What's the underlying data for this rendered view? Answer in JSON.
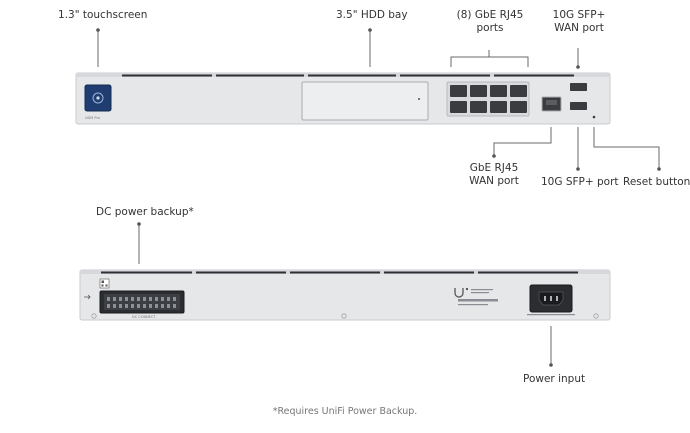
{
  "callouts": {
    "touchscreen": "1.3\" touchscreen",
    "hdd_bay": "3.5\" HDD bay",
    "gbe_ports_line1": "(8) GbE RJ45",
    "gbe_ports_line2": "ports",
    "sfp_wan_line1": "10G SFP+",
    "sfp_wan_line2": "WAN port",
    "gbe_wan_line1": "GbE RJ45",
    "gbe_wan_line2": "WAN port",
    "sfp_port": "10G SFP+ port",
    "reset_button": "Reset button",
    "dc_power_backup": "DC power backup*",
    "power_input": "Power input"
  },
  "device_marks": {
    "front_model": "UDM Pro",
    "rear_connector_label": "DC CONNECT"
  },
  "footnote": "*Requires UniFi Power Backup.",
  "colors": {
    "chassis": "#e6e7e9",
    "chassis_edge": "#c9cbcf",
    "screen": "#1f3d70",
    "port": "#3a3c40",
    "leader": "#6a6a6a"
  }
}
